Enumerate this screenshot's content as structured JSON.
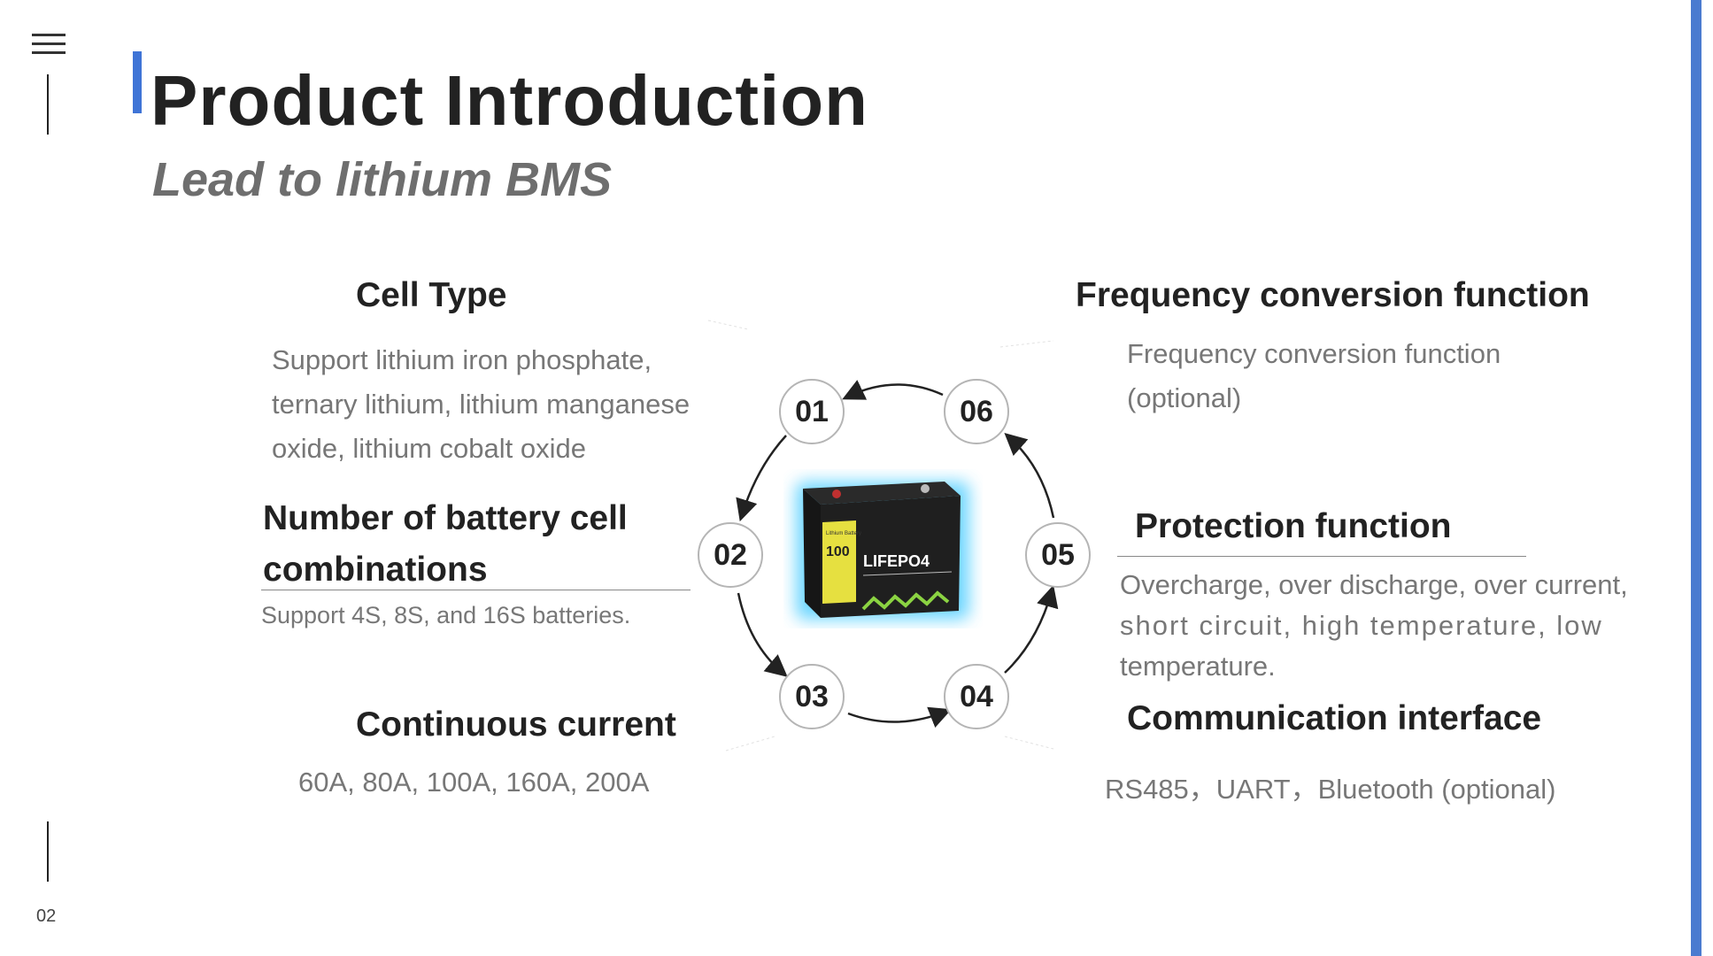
{
  "page": {
    "title": "Product Introduction",
    "subtitle": "Lead to lithium BMS",
    "page_number": "02"
  },
  "features": {
    "cell_type": {
      "title": "Cell Type",
      "lines": [
        "Support lithium iron phosphate,",
        "ternary lithium, lithium manganese",
        "oxide, lithium cobalt oxide"
      ]
    },
    "cell_combinations": {
      "title_line1": "Number of battery cell",
      "title_line2": "combinations",
      "desc": "Support 4S, 8S, and 16S batteries."
    },
    "continuous_current": {
      "title": "Continuous current",
      "desc": "60A, 80A, 100A, 160A, 200A"
    },
    "frequency": {
      "title": "Frequency conversion function",
      "lines": [
        "Frequency conversion function",
        "(optional)"
      ]
    },
    "protection": {
      "title": "Protection function",
      "lines": [
        "Overcharge, over discharge, over current,",
        "short circuit, high temperature, low",
        "temperature."
      ]
    },
    "communication": {
      "title": "Communication interface",
      "desc": "RS485，UART，Bluetooth (optional)"
    }
  },
  "diagram": {
    "nodes": [
      "01",
      "02",
      "03",
      "04",
      "05",
      "06"
    ],
    "battery": {
      "label_top": "Lithium Battery",
      "label_capacity": "100",
      "label_brand": "LIFEPO4"
    }
  },
  "colors": {
    "accent": "#3f74d6",
    "right_accent": "#4a7bd0",
    "title": "#222222",
    "subtitle": "#6e6e6e",
    "body": "#777777"
  }
}
